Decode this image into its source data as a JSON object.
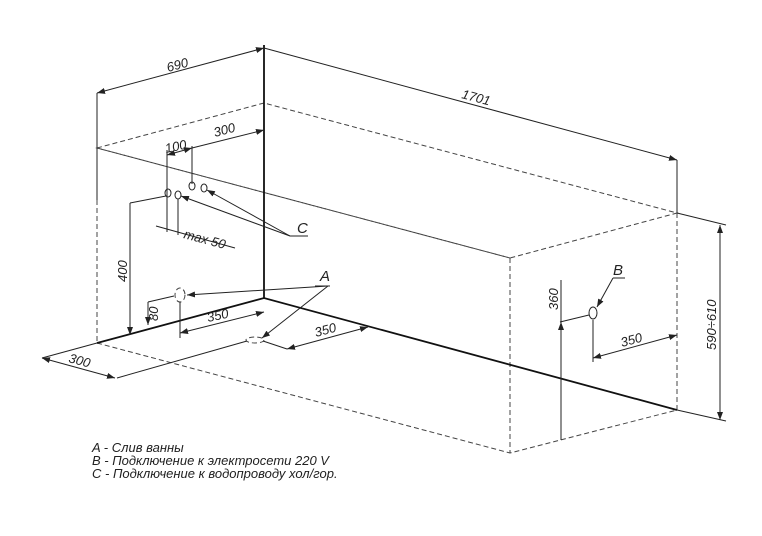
{
  "dimensions": {
    "depth": "690",
    "length": "1701",
    "height": "590÷610",
    "pipe_spacing": "100",
    "pipe_offset": "300",
    "pipe_max": "max  50",
    "pipe_height": "400",
    "drain_outlet_height": "80",
    "drain_outlet_offset": "350",
    "drain_offset": "350",
    "floor_offset": "300",
    "power_height": "360",
    "power_offset": "350"
  },
  "labels": {
    "a": "A",
    "b": "B",
    "c": "C"
  },
  "legend": [
    "A - Слив ванны",
    "B - Подключение к электросети 220 V",
    "C - Подключение к водопроводу хол/гор."
  ]
}
